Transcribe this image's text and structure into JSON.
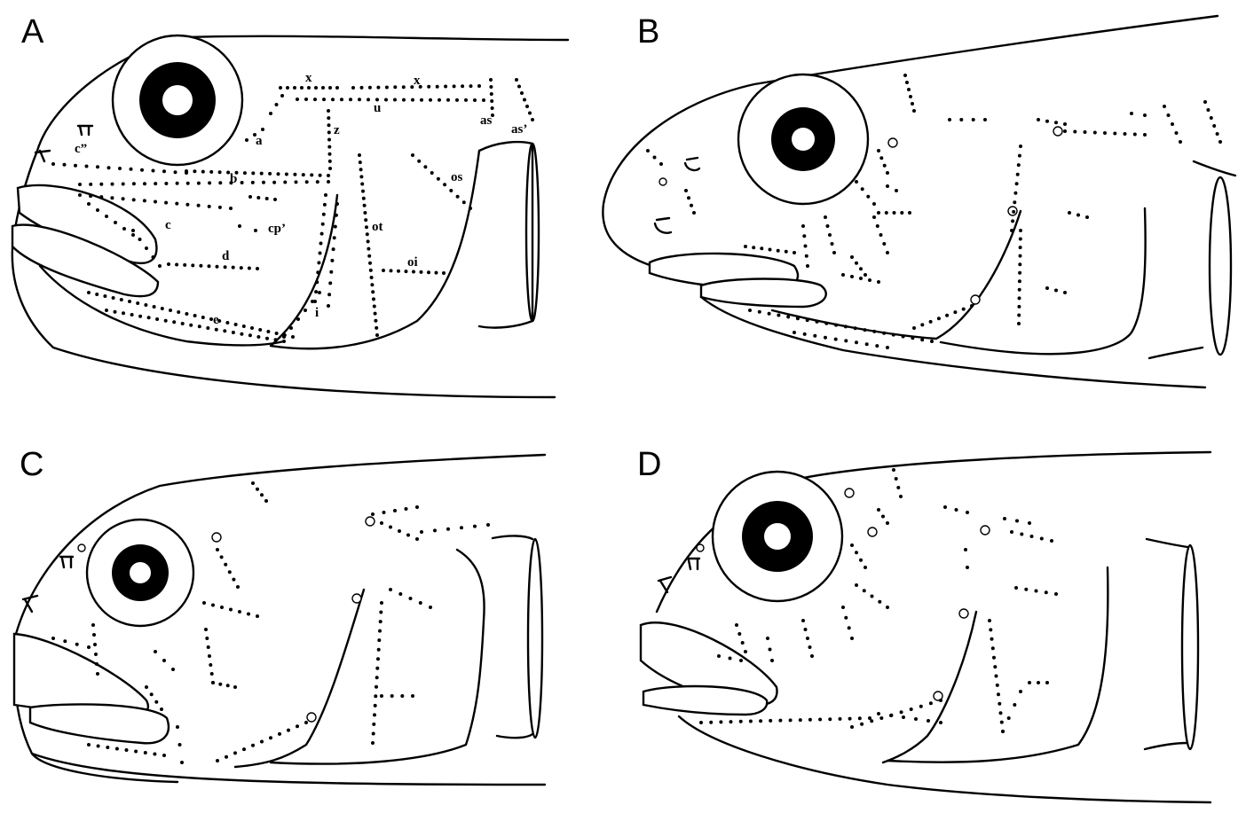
{
  "figure": {
    "panels": [
      {
        "letter": "A",
        "labels": {
          "x1": "x",
          "x2": "x",
          "u": "u",
          "as": "as",
          "as_prime": "as’",
          "a": "a",
          "z": "z",
          "c_dprime": "c”",
          "b": "b",
          "os": "os",
          "c": "c",
          "cp_prime": "cp’",
          "ot": "ot",
          "d": "d",
          "oi": "oi",
          "e": "e",
          "i": "i"
        }
      },
      {
        "letter": "B"
      },
      {
        "letter": "C"
      },
      {
        "letter": "D"
      }
    ]
  },
  "colors": {
    "line": "#000000",
    "background": "#ffffff",
    "pupil_ring": "#000000"
  }
}
